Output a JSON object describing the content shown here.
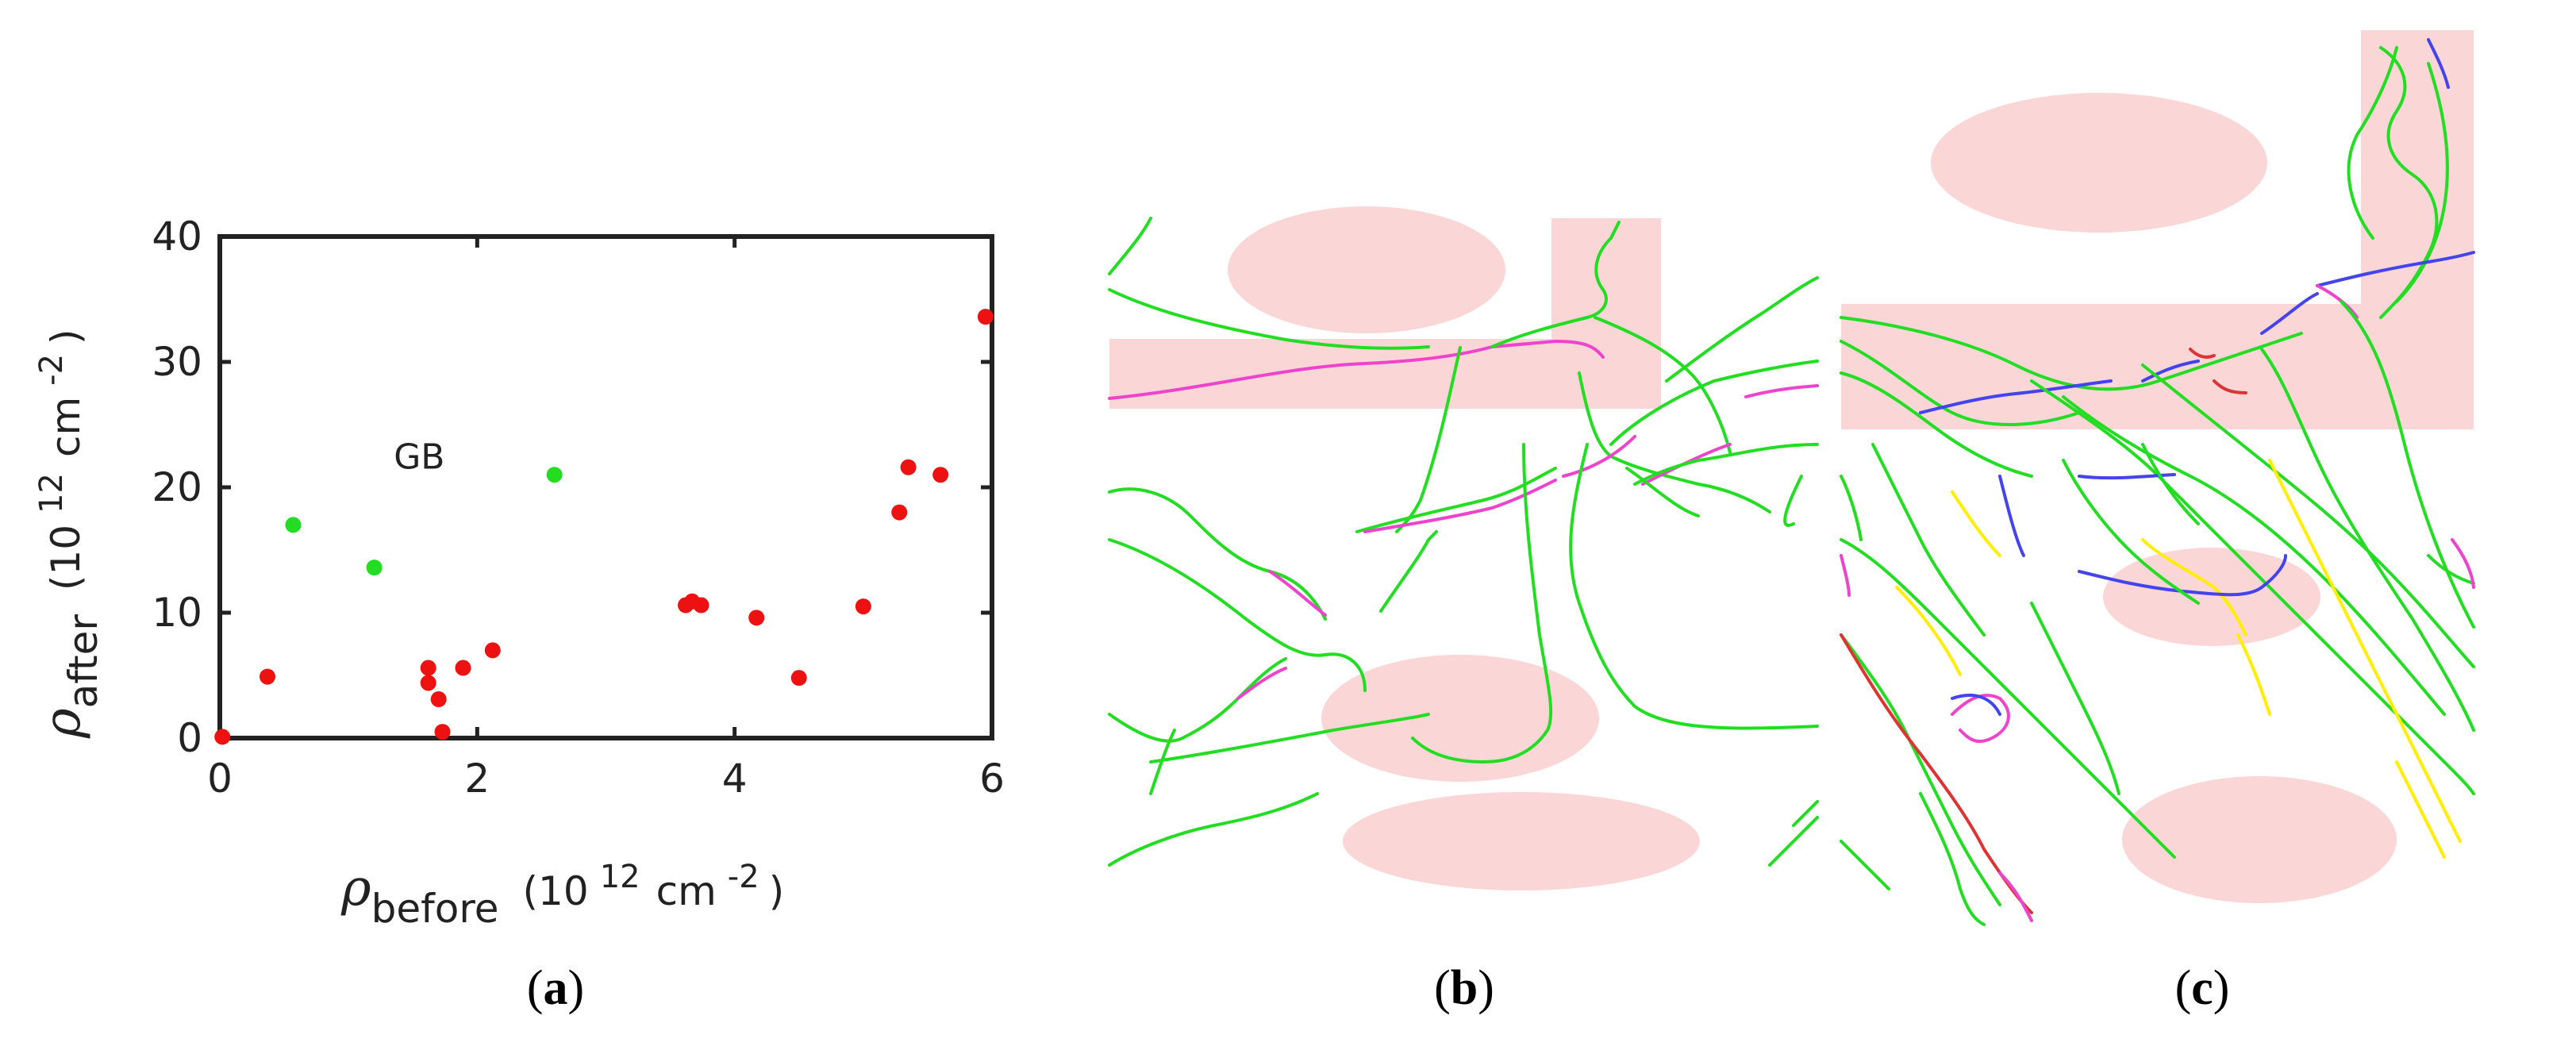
{
  "chart_data": [
    {
      "type": "scatter",
      "panel_label": "a",
      "xlabel": {
        "symbol": "ρ",
        "subscript": "before",
        "unit_base": "(10",
        "unit_exp": "12",
        "unit_mid": "cm",
        "unit_exp2": "-2",
        "unit_close": ")"
      },
      "ylabel": {
        "symbol": "ρ",
        "subscript": "after",
        "unit_base": "(10",
        "unit_exp": "12",
        "unit_mid": "cm",
        "unit_exp2": "-2",
        "unit_close": ")"
      },
      "xlim": [
        0,
        6
      ],
      "ylim": [
        0,
        40
      ],
      "xticks": [
        0,
        2,
        4,
        6
      ],
      "yticks": [
        0,
        10,
        20,
        30,
        40
      ],
      "grid": false,
      "annotation": {
        "text": "GB",
        "x": 1.55,
        "y": 21.5,
        "color": "#22dd22"
      },
      "series": [
        {
          "color": "#22dd22",
          "points": [
            [
              0.57,
              17.0
            ],
            [
              1.2,
              13.6
            ],
            [
              2.6,
              21.0
            ]
          ]
        },
        {
          "color": "#ee1111",
          "points": [
            [
              0.02,
              0.1
            ],
            [
              0.37,
              4.9
            ],
            [
              1.62,
              5.6
            ],
            [
              1.62,
              4.4
            ],
            [
              1.7,
              3.1
            ],
            [
              1.73,
              0.5
            ],
            [
              1.89,
              5.6
            ],
            [
              2.12,
              7.0
            ],
            [
              3.62,
              10.6
            ],
            [
              3.67,
              10.9
            ],
            [
              3.74,
              10.6
            ],
            [
              4.17,
              9.6
            ],
            [
              4.5,
              4.8
            ],
            [
              5.0,
              10.5
            ],
            [
              5.28,
              18.0
            ],
            [
              5.35,
              21.6
            ],
            [
              5.6,
              21.0
            ],
            [
              5.95,
              33.6
            ]
          ]
        }
      ]
    }
  ],
  "panels": {
    "a": {
      "caption": "a"
    },
    "b": {
      "caption": "b"
    },
    "c": {
      "caption": "c"
    }
  },
  "colors": {
    "obstacle": "#fad6d6",
    "green": "#22dd22",
    "magenta": "#ee44cc",
    "blue": "#4444ee",
    "yellow": "#ffee00",
    "red": "#dd3333"
  }
}
